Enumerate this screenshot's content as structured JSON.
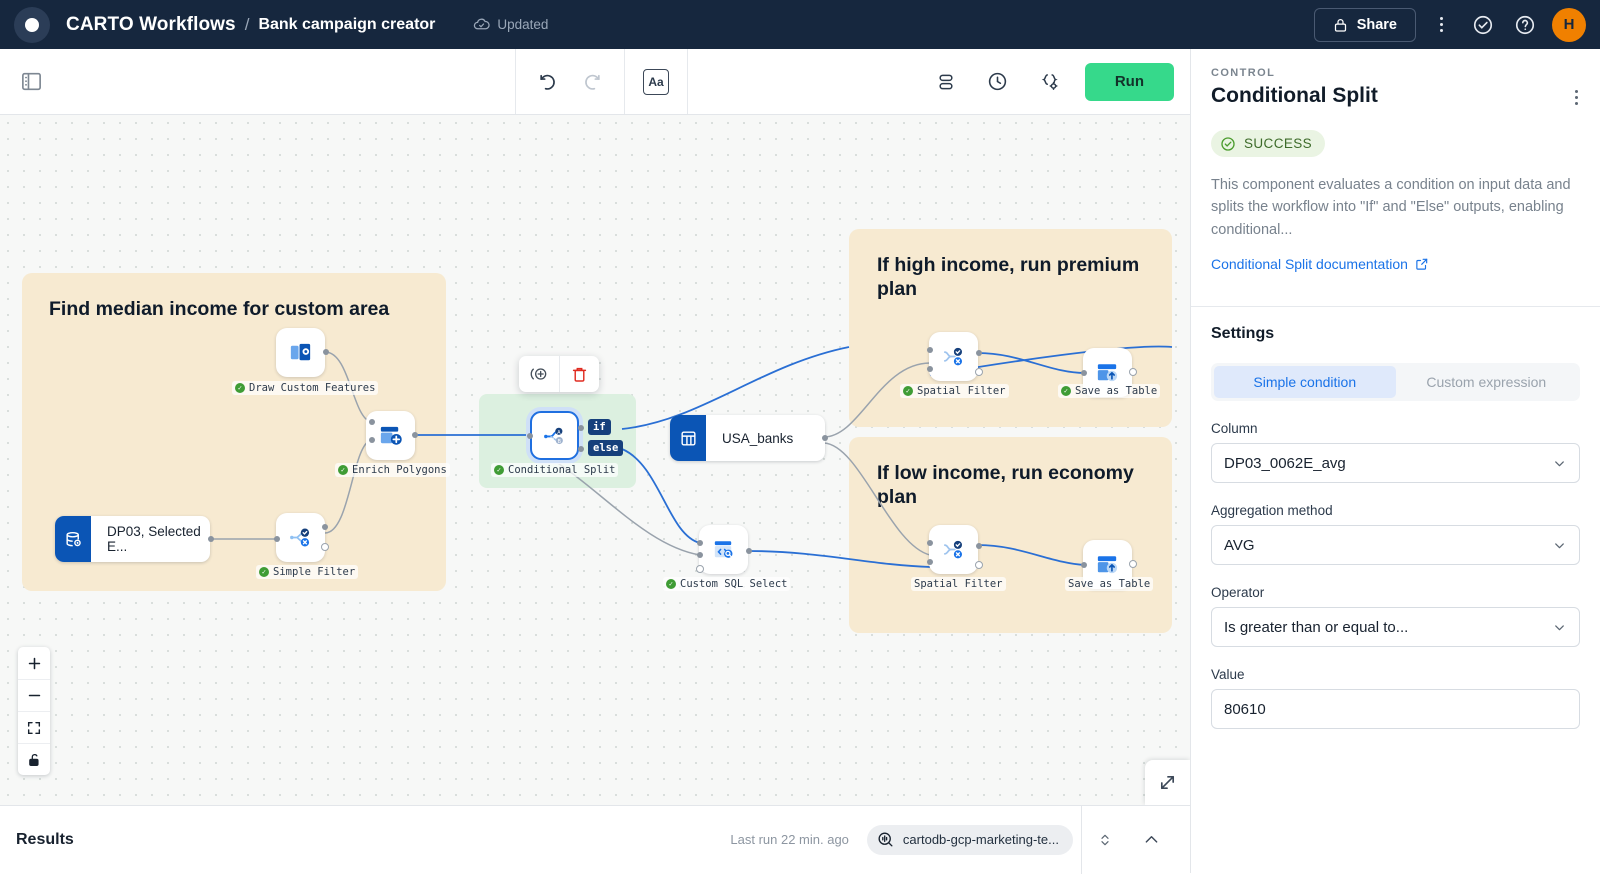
{
  "topbar": {
    "logo_icon": "carto-dot-logo",
    "app_title": "CARTO Workflows",
    "separator": "/",
    "doc_title": "Bank campaign creator",
    "status_text": "Updated",
    "status_icon": "cloud-check-icon",
    "share_label": "Share",
    "share_icon": "lock-icon",
    "kebab_icon": "more-vertical-icon",
    "check_icon": "check-circle-icon",
    "help_icon": "help-circle-icon",
    "avatar_initial": "H"
  },
  "toolbar": {
    "panel_toggle_icon": "sidebar-toggle-icon",
    "undo_icon": "undo-icon",
    "redo_icon": "redo-icon",
    "text_icon": "text-annotation-icon",
    "layers_icon": "components-list-icon",
    "history_icon": "clock-history-icon",
    "variables_icon": "sql-variables-icon",
    "run_label": "Run"
  },
  "canvas": {
    "float_tools": {
      "add_icon": "add-annotation-icon",
      "delete_icon": "trash-icon"
    },
    "zoom_controls": [
      {
        "name": "zoom-in",
        "glyph": "+"
      },
      {
        "name": "zoom-out",
        "glyph": "−"
      },
      {
        "name": "fit-view",
        "glyph": "fit-icon"
      },
      {
        "name": "lock-canvas",
        "glyph": "unlock-icon"
      }
    ],
    "resize_icon": "diagonal-resize-icon",
    "groups": [
      {
        "id": "g1",
        "title": "Find median income for custom area"
      },
      {
        "id": "g2",
        "title": "If high income, run premium plan"
      },
      {
        "id": "g3",
        "title": "If low income, run economy plan"
      }
    ],
    "nodes": [
      {
        "id": "draw",
        "label": "Draw Custom Features",
        "icon": "draw-custom-features-icon",
        "status": "success"
      },
      {
        "id": "enrich",
        "label": "Enrich Polygons",
        "icon": "enrich-polygons-icon",
        "status": "success"
      },
      {
        "id": "simple",
        "label": "Simple Filter",
        "icon": "simple-filter-icon",
        "status": "success"
      },
      {
        "id": "cond",
        "label": "Conditional Split",
        "icon": "conditional-split-icon",
        "status": "success",
        "selected": true
      },
      {
        "id": "sql",
        "label": "Custom SQL Select",
        "icon": "custom-sql-select-icon",
        "status": "success"
      },
      {
        "id": "spatial1",
        "label": "Spatial Filter",
        "icon": "spatial-filter-icon",
        "status": "success"
      },
      {
        "id": "save1",
        "label": "Save as Table",
        "icon": "save-as-table-icon",
        "status": "success"
      },
      {
        "id": "spatial2",
        "label": "Spatial Filter",
        "icon": "spatial-filter-icon",
        "status": "none"
      },
      {
        "id": "save2",
        "label": "Save as Table",
        "icon": "save-as-table-icon",
        "status": "none"
      }
    ],
    "sources": [
      {
        "id": "dp03",
        "name": "DP03, Selected E...",
        "icon": "database-source-icon"
      },
      {
        "id": "banks",
        "name": "USA_banks",
        "icon": "table-source-icon"
      }
    ],
    "port_pills": [
      {
        "id": "if",
        "label": "if"
      },
      {
        "id": "else",
        "label": "else"
      }
    ]
  },
  "results": {
    "title": "Results",
    "last_run": "Last run 22 min. ago",
    "connection": "cartodb-gcp-marketing-te...",
    "connection_icon": "connection-icon",
    "expand_icon": "expand-collapse-icon",
    "collapse_icon": "chevron-up-icon"
  },
  "panel": {
    "kicker": "CONTROL",
    "title": "Conditional Split",
    "menu_icon": "more-vertical-icon",
    "status_badge": "SUCCESS",
    "status_icon": "check-circle-icon",
    "description": "This component evaluates a condition on input data and splits the workflow into \"If\" and \"Else\" outputs, enabling conditional...",
    "doc_link": "Conditional Split documentation",
    "doc_link_icon": "external-link-icon",
    "settings_title": "Settings",
    "tabs": [
      {
        "label": "Simple condition",
        "active": true
      },
      {
        "label": "Custom expression",
        "active": false
      }
    ],
    "fields": [
      {
        "label": "Column",
        "value": "DP03_0062E_avg",
        "type": "select"
      },
      {
        "label": "Aggregation method",
        "value": "AVG",
        "type": "select"
      },
      {
        "label": "Operator",
        "value": "Is greater than or equal to...",
        "type": "select"
      },
      {
        "label": "Value",
        "value": "80610",
        "type": "text"
      }
    ]
  },
  "colors": {
    "topbar": "#16273e",
    "accent_run": "#36d98b",
    "accent_blue": "#1a73e8",
    "group_tan": "#f7ead1",
    "group_green": "#dcf0e0",
    "avatar": "#f08000"
  }
}
